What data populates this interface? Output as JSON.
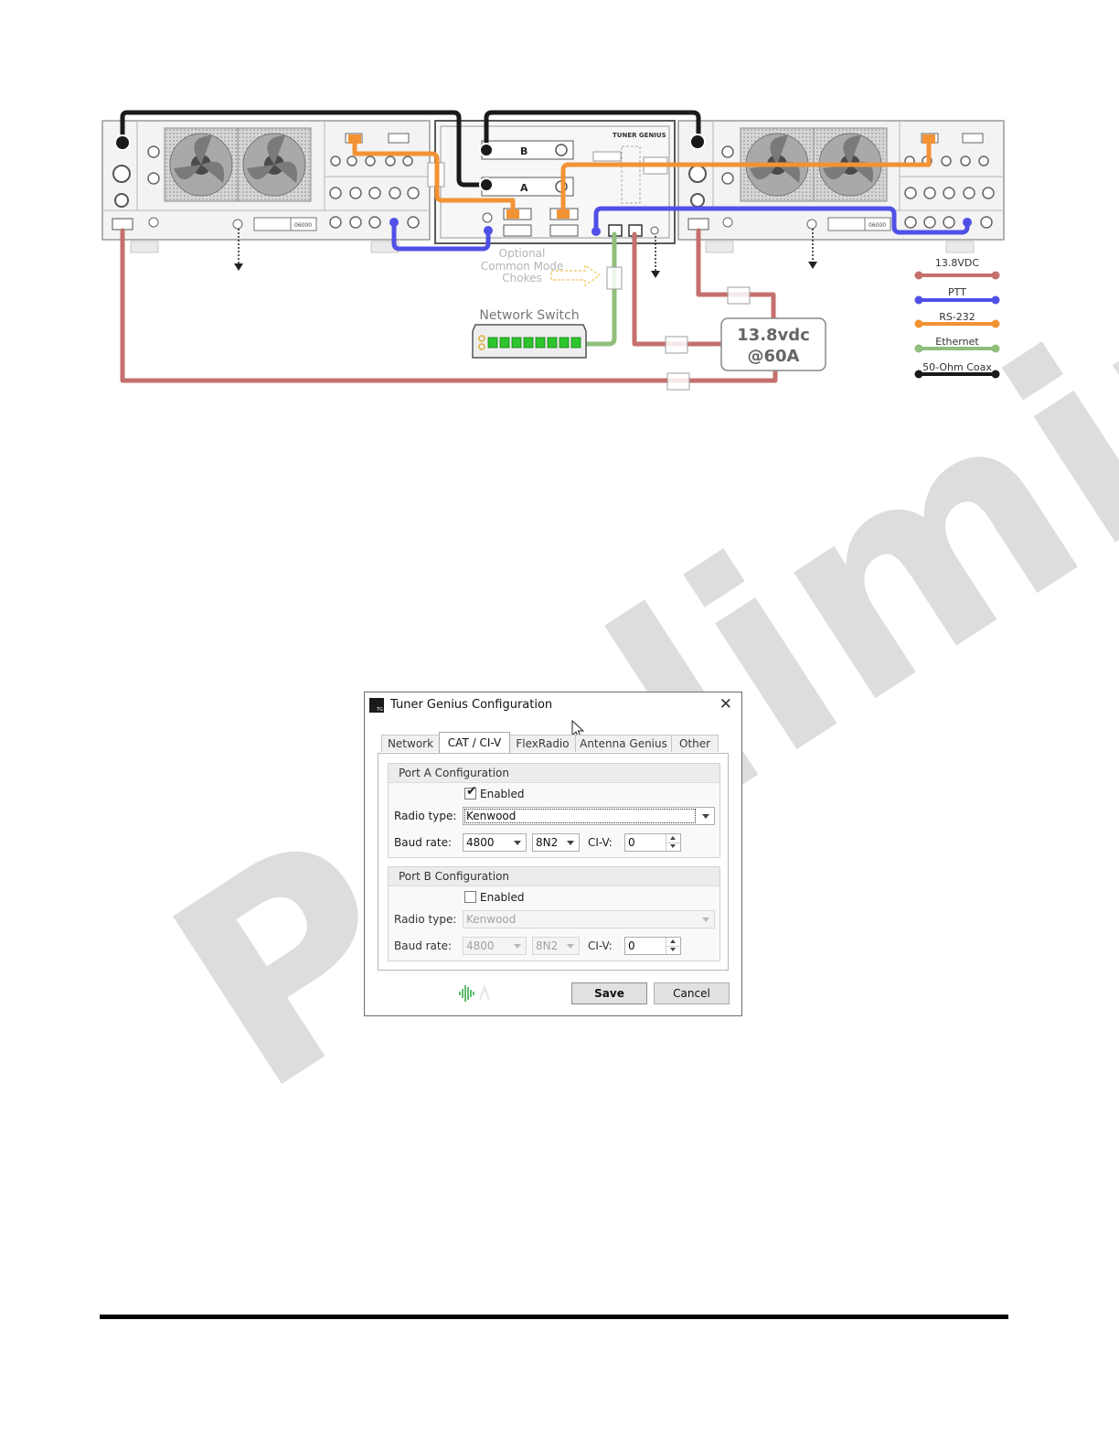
{
  "diagram": {
    "amplifier_left": {
      "tag": "06000"
    },
    "amplifier_right": {
      "tag": "06000"
    },
    "tuner": {
      "title": "TUNER GENIUS",
      "port_b": "B",
      "port_a": "A"
    },
    "chokes_label": [
      "Optional",
      "Common Mode",
      "Chokes"
    ],
    "network_switch": "Network Switch",
    "power_supply": [
      "13.8vdc",
      "@60A"
    ],
    "legend": [
      {
        "label": "13.8VDC",
        "color": "#c4706e"
      },
      {
        "label": "PTT",
        "color": "#5050e6"
      },
      {
        "label": "RS-232",
        "color": "#f39233"
      },
      {
        "label": "Ethernet",
        "color": "#8fbf7b"
      },
      {
        "label": "50-Ohm Coax",
        "color": "#1a1a1a"
      }
    ]
  },
  "watermark": "Preliminary",
  "dialog": {
    "title": "Tuner Genius Configuration",
    "tabs": [
      "Network",
      "CAT / CI-V",
      "FlexRadio",
      "Antenna Genius",
      "Other"
    ],
    "port_a": {
      "heading": "Port A Configuration",
      "enabled_label": "Enabled",
      "radio_type_label": "Radio type:",
      "radio_type": "Kenwood",
      "baud_label": "Baud rate:",
      "baud": "4800",
      "format": "8N2",
      "civ_label": "CI-V:",
      "civ": "0"
    },
    "port_b": {
      "heading": "Port B Configuration",
      "enabled_label": "Enabled",
      "radio_type_label": "Radio type:",
      "radio_type": "Kenwood",
      "baud_label": "Baud rate:",
      "baud": "4800",
      "format": "8N2",
      "civ_label": "CI-V:",
      "civ": "0"
    },
    "save_label": "Save",
    "cancel_label": "Cancel"
  }
}
